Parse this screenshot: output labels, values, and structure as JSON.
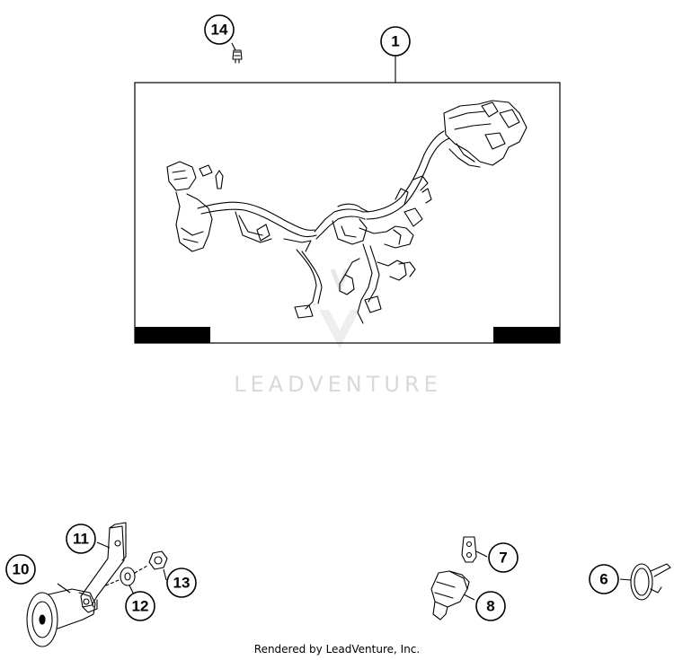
{
  "callouts": [
    {
      "id": "c1",
      "label": "1"
    },
    {
      "id": "c6",
      "label": "6"
    },
    {
      "id": "c7",
      "label": "7"
    },
    {
      "id": "c8",
      "label": "8"
    },
    {
      "id": "c10",
      "label": "10"
    },
    {
      "id": "c11",
      "label": "11"
    },
    {
      "id": "c12",
      "label": "12"
    },
    {
      "id": "c13",
      "label": "13"
    },
    {
      "id": "c14",
      "label": "14"
    }
  ],
  "watermark": "LEADVENTURE",
  "footer": "Rendered by LeadVenture, Inc."
}
